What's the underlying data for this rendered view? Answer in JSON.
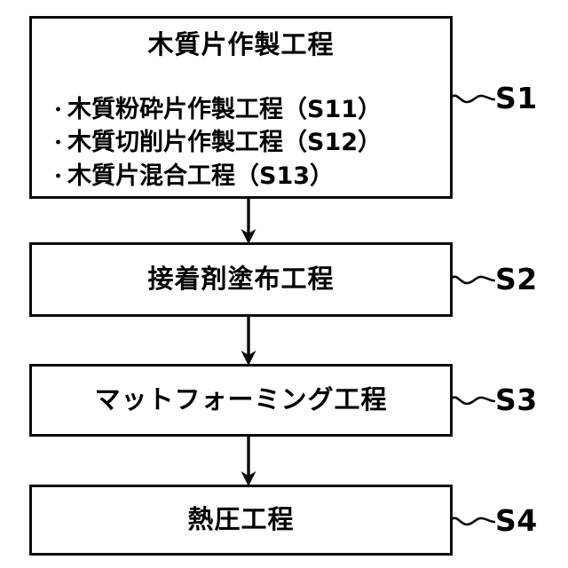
{
  "diagram": {
    "type": "flowchart",
    "orientation": "vertical",
    "background_color": "#ffffff",
    "line_color": "#0a0a0a",
    "steps": [
      {
        "id": "S1",
        "label": "S1",
        "title": "木質片作製工程",
        "substeps": [
          {
            "bullet": "・",
            "text": "木質粉砕片作製工程（S11）",
            "code": "S11"
          },
          {
            "bullet": "・",
            "text": "木質切削片作製工程（S12）",
            "code": "S12"
          },
          {
            "bullet": "・",
            "text": "木質片混合工程（S13）",
            "code": "S13"
          }
        ]
      },
      {
        "id": "S2",
        "label": "S2",
        "title": "接着剤塗布工程",
        "substeps": []
      },
      {
        "id": "S3",
        "label": "S3",
        "title": "マットフォーミング工程",
        "substeps": []
      },
      {
        "id": "S4",
        "label": "S4",
        "title": "熱圧工程",
        "substeps": []
      }
    ],
    "connectors": [
      {
        "from": "S1",
        "to": "S2",
        "glyph": "down-arrow"
      },
      {
        "from": "S2",
        "to": "S3",
        "glyph": "down-arrow"
      },
      {
        "from": "S3",
        "to": "S4",
        "glyph": "down-arrow"
      }
    ],
    "leaders": [
      {
        "for": "S1",
        "glyph": "tilde-leader"
      },
      {
        "for": "S2",
        "glyph": "tilde-leader"
      },
      {
        "for": "S3",
        "glyph": "tilde-leader"
      },
      {
        "for": "S4",
        "glyph": "tilde-leader"
      }
    ]
  }
}
